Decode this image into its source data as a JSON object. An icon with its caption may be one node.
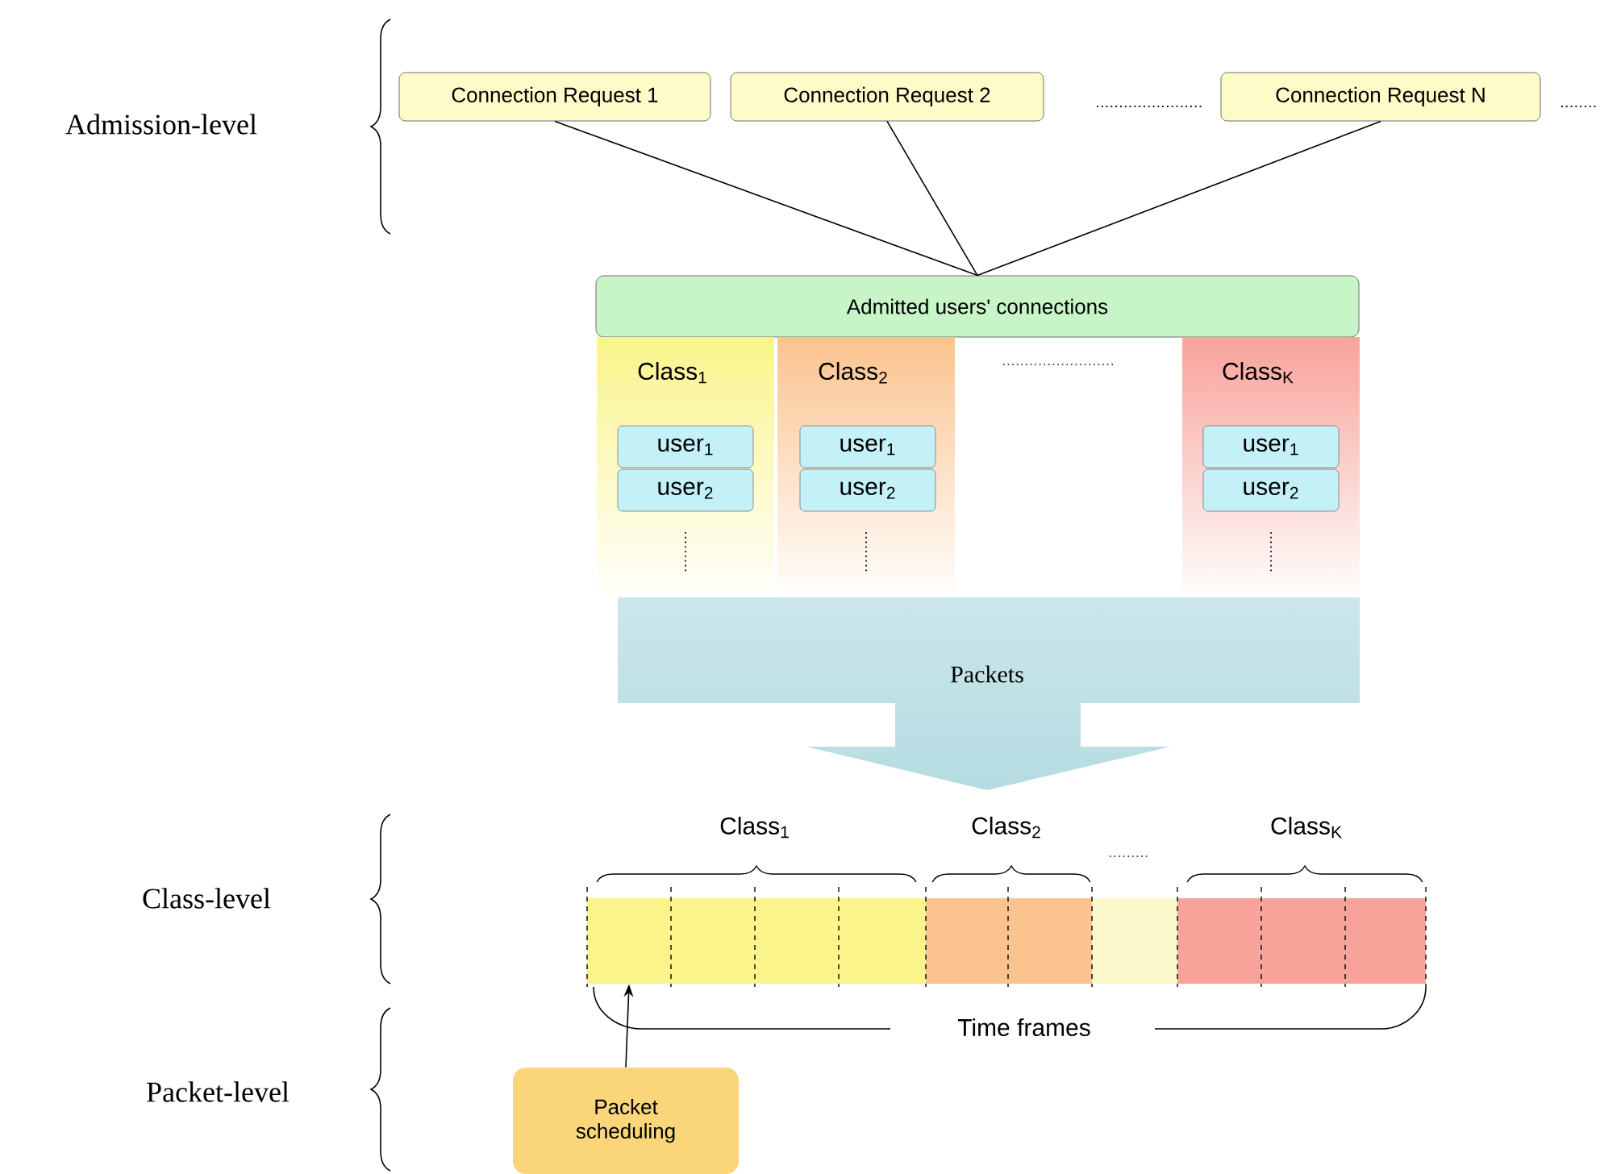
{
  "diagram": {
    "nodes": [
      {
        "text": [
          "Connection Request 1"
        ]
      },
      {
        "text": [
          "Connection Request 2"
        ]
      },
      {
        "text": [
          "Connection Request N"
        ]
      },
      {
        "text": [
          "Admitted users' connections"
        ]
      },
      {
        "text": [
          "Class$_{1}$"
        ]
      },
      {
        "text": [
          "user$_{1}$"
        ],
        "in": 4
      },
      {
        "text": [
          "user$_{2}$"
        ],
        "in": 4
      },
      {
        "text": [
          "Class$_{2}$"
        ]
      },
      {
        "text": [
          "user$_{1}$"
        ],
        "in": 7
      },
      {
        "text": [
          "user$_{2}$"
        ],
        "in": 7
      },
      {
        "text": [
          "Class$_{K}$"
        ]
      },
      {
        "text": [
          "user$_{1}$"
        ],
        "in": 10
      },
      {
        "text": [
          "user$_{2}$"
        ],
        "in": 10
      },
      {
        "text": [
          "Packets"
        ]
      },
      {
        "text": [
          "Packet scheduling"
        ]
      },
      {
        "text": [],
        "shape": "bar"
      },
      {
        "text": [],
        "shape": "bar"
      },
      {
        "text": [],
        "shape": "bar"
      },
      {
        "text": [],
        "shape": "bar"
      },
      {
        "text": [],
        "shape": "bar"
      },
      {
        "text": [],
        "shape": "bar"
      },
      {
        "text": [],
        "shape": "bar"
      },
      {
        "text": [],
        "shape": "bar"
      },
      {
        "text": [],
        "shape": "bar"
      },
      {
        "text": [],
        "shape": "bar"
      }
    ],
    "edges": [
      {
        "from": 0,
        "to": 3,
        "arrow": "none"
      },
      {
        "from": 1,
        "to": 3,
        "arrow": "none"
      },
      {
        "from": 2,
        "to": 3,
        "arrow": "none"
      },
      {
        "from": 14,
        "to": 15,
        "arrow": "to"
      }
    ],
    "labels": [
      "Admission-level",
      "Class$_{1}$",
      "Class$_{2}$",
      "Class$_{K}$",
      "Class-level",
      "Time frames",
      "Packet-level"
    ]
  }
}
